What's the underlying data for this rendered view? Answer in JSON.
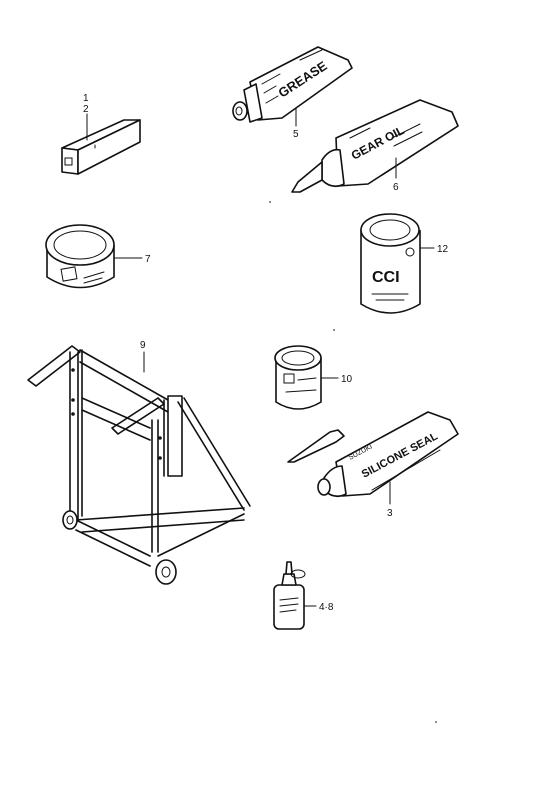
{
  "callouts": {
    "c1": "1",
    "c2": "2",
    "c5": "5",
    "c6": "6",
    "c7": "7",
    "c12": "12",
    "c9": "9",
    "c10": "10",
    "c3": "3",
    "c48": "4·8"
  },
  "printed": {
    "grease": "GREASE",
    "gear_oil": "GEAR OIL",
    "silicone": "SILICONE SEAL",
    "suzuki": "SUZUKI",
    "can_logo": "CCI"
  }
}
